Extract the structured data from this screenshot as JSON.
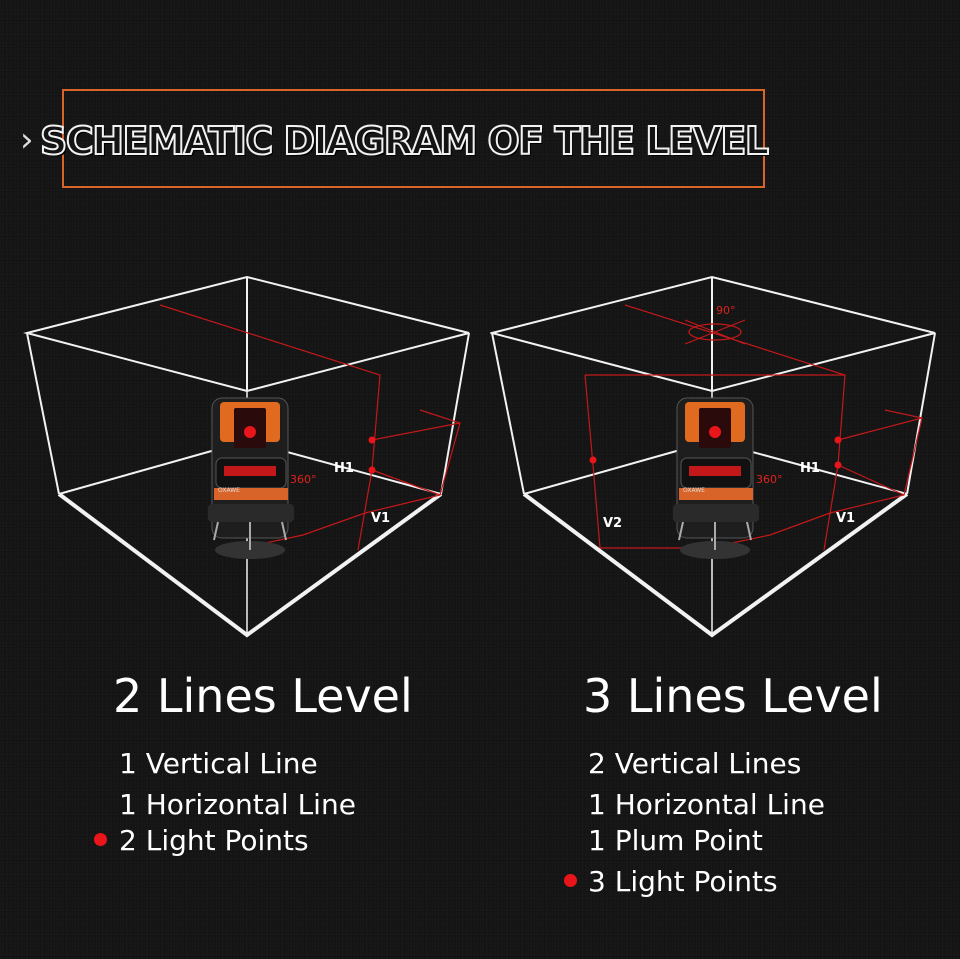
{
  "header": {
    "title": "SCHEMATIC DIAGRAM OF THE LEVEL"
  },
  "colors": {
    "accent": "#d9642a",
    "laser": "#e0221c",
    "bullet": "#e8151a"
  },
  "diagram_2": {
    "labels": {
      "h1": "H1",
      "v1": "V1",
      "angle": "360°",
      "brand": "OXAWE"
    }
  },
  "diagram_3": {
    "labels": {
      "h1": "H1",
      "v1": "V1",
      "v2": "V2",
      "angle": "360°",
      "top_angle": "90°",
      "brand": "OXAWE"
    }
  },
  "levels": [
    {
      "title": "2 Lines Level",
      "features": [
        {
          "text": "1 Vertical Line",
          "bullet": false
        },
        {
          "text": "1 Horizontal Line",
          "bullet": false
        },
        {
          "text": "2 Light Points",
          "bullet": true
        }
      ]
    },
    {
      "title": "3 Lines Level",
      "features": [
        {
          "text": "2 Vertical Lines",
          "bullet": false
        },
        {
          "text": "1 Horizontal Line",
          "bullet": false
        },
        {
          "text": "1 Plum Point",
          "bullet": false
        },
        {
          "text": "3 Light Points",
          "bullet": true
        }
      ]
    }
  ]
}
